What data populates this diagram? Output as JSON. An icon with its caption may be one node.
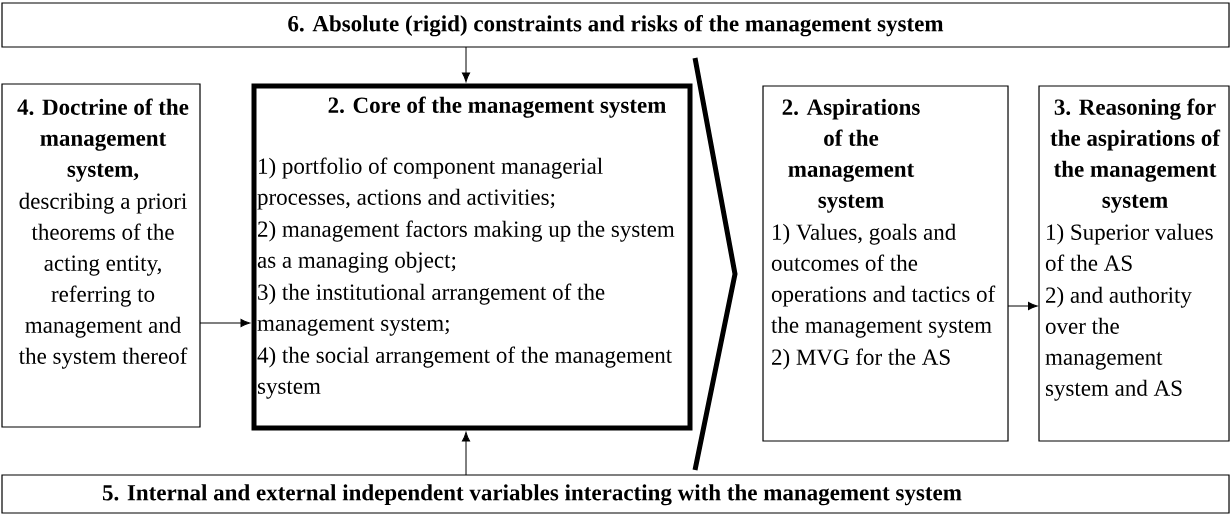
{
  "diagram": {
    "nodes": [
      {
        "text": [
          "6. Absolute (rigid) constraints and risks of the management system"
        ]
      },
      {
        "text": [
          "4. Doctrine of the management system,",
          "describing a priori theorems of the acting entity, referring to management and the system thereof"
        ]
      },
      {
        "text": [
          "2. Core of the management system",
          "1) portfolio of component managerial processes, actions and activities;",
          "2) management factors making up the system as a managing object;",
          "3) the institutional arrangement of the management system;",
          "4) the social arrangement of the management system"
        ]
      },
      {
        "text": [
          "2. Aspirations of the management system",
          "1) Values, goals and outcomes of the operations and tactics of the management system",
          "2) MVG for the AS"
        ]
      },
      {
        "text": [
          "3. Reasoning for the aspirations of the management system",
          "1) Superior values of the AS",
          "2) and authority over the management system and AS"
        ]
      },
      {
        "text": [
          "5. Internal and external independent variables interacting with the management system"
        ]
      }
    ],
    "edges": [
      {
        "from": 0,
        "to": 2,
        "arrow": "to"
      },
      {
        "from": 1,
        "to": 2,
        "arrow": "to"
      },
      {
        "from": 3,
        "to": 4,
        "arrow": "to"
      },
      {
        "from": 5,
        "to": 2,
        "arrow": "to"
      }
    ]
  }
}
